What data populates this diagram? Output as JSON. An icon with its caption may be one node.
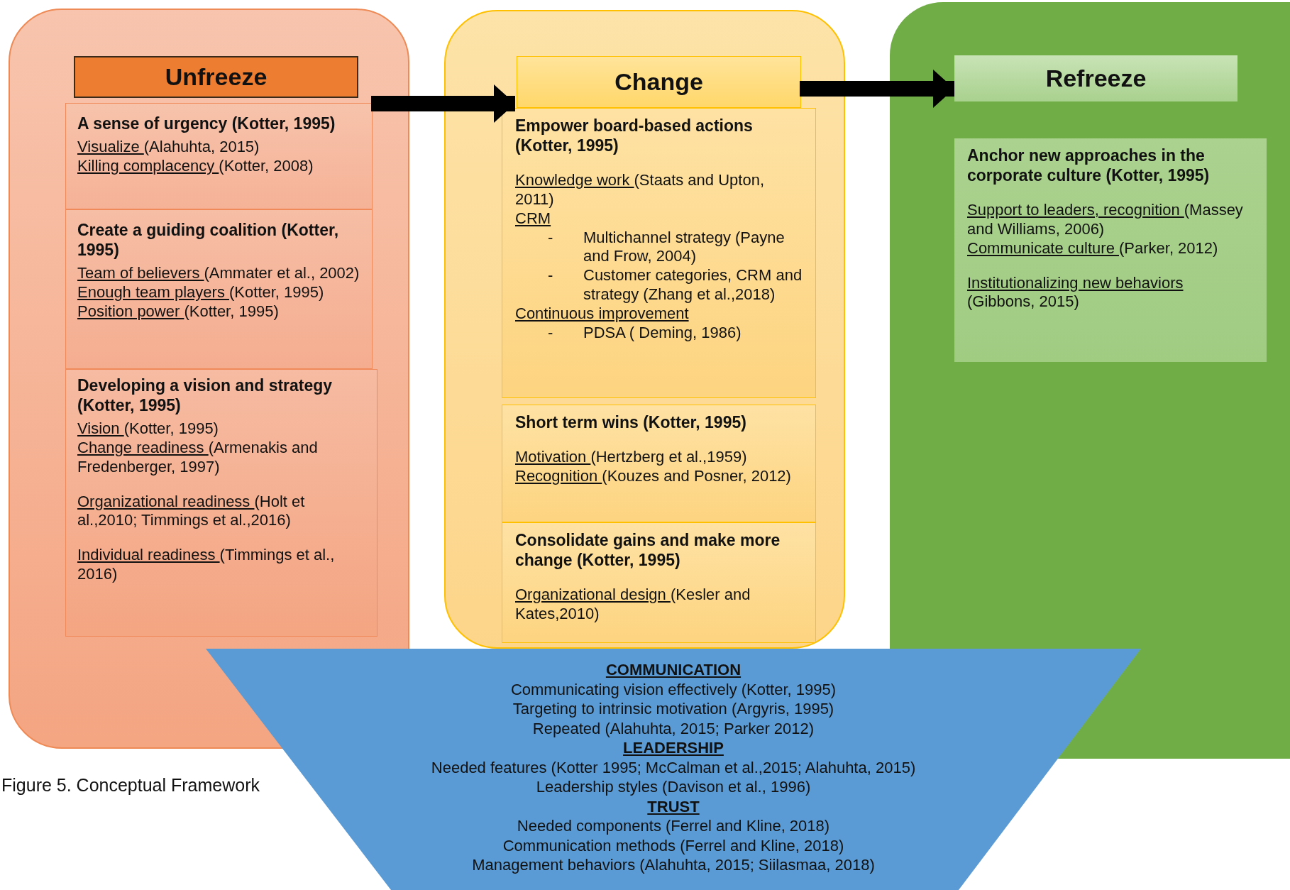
{
  "diagram": {
    "caption": "Figure 5. Conceptual Framework",
    "nodes": [
      {
        "text": [],
        "shape": "box"
      },
      {
        "text": [
          "Unfreeze"
        ],
        "in": 0
      },
      {
        "text": [
          "A sense of urgency (Kotter, 1995)",
          "Visualize (Alahuhta, 2015)",
          "Killing complacency (Kotter, 2008)"
        ],
        "in": 0
      },
      {
        "text": [
          "Create a guiding coalition (Kotter, 1995)",
          "Team of believers (Ammater et al., 2002)",
          "Enough team players (Kotter, 1995)",
          "Position power (Kotter, 1995)"
        ],
        "in": 0
      },
      {
        "text": [
          "Developing a vision and strategy (Kotter, 1995)",
          "Vision (Kotter, 1995)",
          "Change readiness (Armenakis and Fredenberger, 1997)",
          "Organizational readiness (Holt et al.,2010; Timmings et al.,2016)",
          "Individual readiness (Timmings et al., 2016)"
        ],
        "in": 0
      },
      {
        "text": [],
        "shape": "box"
      },
      {
        "text": [
          "Change"
        ],
        "in": 5
      },
      {
        "text": [
          "Empower board-based actions (Kotter, 1995)",
          "Knowledge work (Staats and Upton, 2011)",
          "CRM",
          "- Multichannel strategy (Payne and Frow, 2004)",
          "- Customer categories, CRM and strategy (Zhang et al.,2018)",
          "Continuous improvement",
          "- PDSA ( Deming, 1986)"
        ],
        "in": 5
      },
      {
        "text": [
          "Short term wins (Kotter, 1995)",
          "Motivation (Hertzberg et al.,1959)",
          "Recognition (Kouzes and Posner, 2012)"
        ],
        "in": 5
      },
      {
        "text": [
          "Consolidate gains and make more change (Kotter, 1995)",
          "Organizational design (Kesler and Kates,2010)"
        ],
        "in": 5
      },
      {
        "text": [],
        "shape": "box"
      },
      {
        "text": [
          "Refreeze"
        ],
        "in": 10
      },
      {
        "text": [
          "Anchor new approaches in the corporate culture (Kotter, 1995)",
          "Support to leaders, recognition (Massey and Williams, 2006)",
          "Communicate culture (Parker, 2012)",
          "Institutionalizing new behaviors (Gibbons, 2015)"
        ],
        "in": 10
      },
      {
        "text": [
          "COMMUNICATION",
          "Communicating vision effectively (Kotter, 1995)",
          "Targeting to intrinsic motivation (Argyris, 1995)",
          "Repeated (Alahuhta, 2015; Parker 2012)",
          "LEADERSHIP",
          "Needed features (Kotter 1995; McCalman et al.,2015; Alahuhta, 2015)",
          "Leadership styles (Davison et al., 1996)",
          "TRUST",
          "Needed components (Ferrel and Kline, 2018)",
          "Communication methods (Ferrel and Kline, 2018)",
          "Management behaviors (Alahuhta, 2015; Siilasmaa, 2018)"
        ]
      }
    ],
    "edges": [
      {
        "from": 2,
        "to": 6,
        "arrow": "to"
      },
      {
        "from": 6,
        "to": 11,
        "arrow": "to"
      }
    ]
  }
}
